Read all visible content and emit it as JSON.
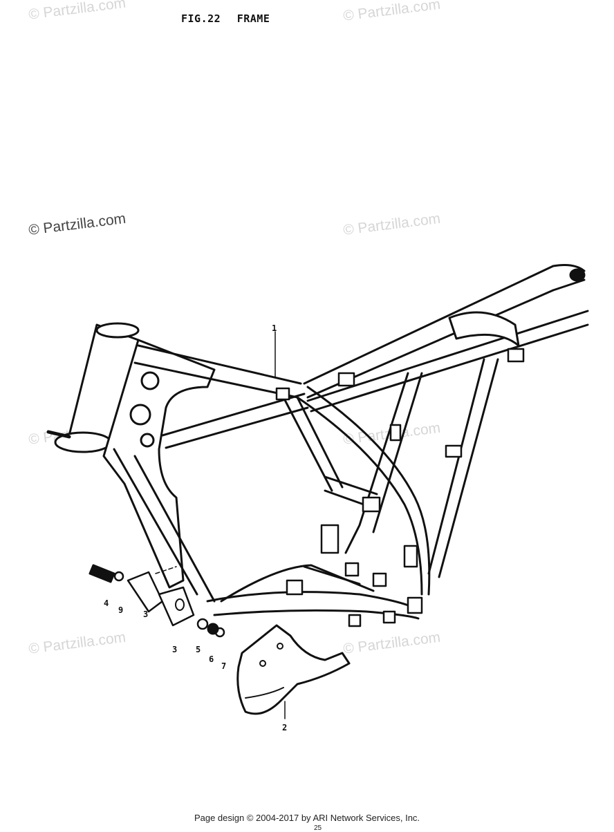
{
  "figure": {
    "number": "FIG.22",
    "name": "FRAME"
  },
  "watermarks": [
    "© Partzilla.com",
    "© Partzilla.com",
    "© Partzilla.com",
    "© Partzilla.com",
    "© Partzilla.com",
    "© Partzilla.com",
    "© Partzilla.com",
    "© Partzilla.com"
  ],
  "callouts": [
    "1",
    "2",
    "3",
    "3",
    "4",
    "5",
    "6",
    "7",
    "9"
  ],
  "footer": {
    "text": "Page design © 2004-2017 by ARI Network Services, Inc.",
    "page": "25"
  }
}
